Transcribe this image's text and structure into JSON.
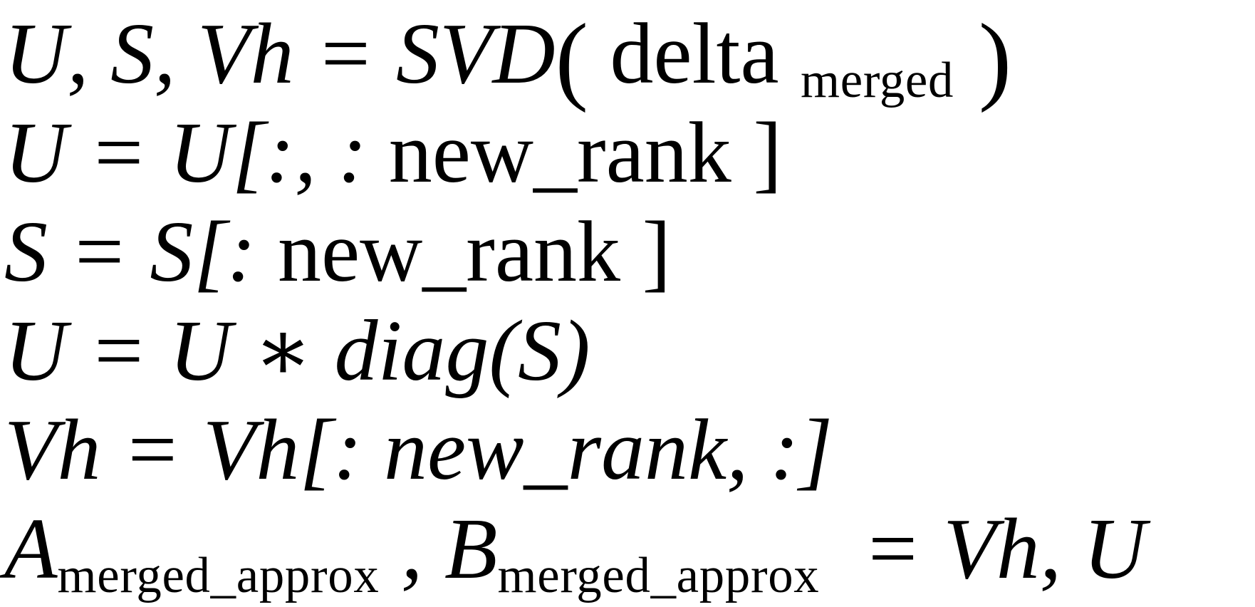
{
  "formula": {
    "lines": [
      {
        "segments": [
          {
            "text": "U, S, Vh = SVD"
          },
          {
            "text": "("
          },
          {
            "text": " delta "
          },
          {
            "text": "merged"
          },
          {
            "text": " )"
          }
        ]
      },
      {
        "segments": [
          {
            "text": "U = U[:, :  "
          },
          {
            "text": "new_rank"
          },
          {
            "text": " ]"
          }
        ]
      },
      {
        "segments": [
          {
            "text": "S = S[:  "
          },
          {
            "text": "new_rank"
          },
          {
            "text": " ]"
          }
        ]
      },
      {
        "segments": [
          {
            "text": "U = U ∗ diag(S)"
          }
        ]
      },
      {
        "segments": [
          {
            "text": "Vh = Vh[: new_rank, :]"
          }
        ]
      },
      {
        "segments": [
          {
            "text": "A"
          },
          {
            "text": "merged_approx"
          },
          {
            "text": " , B"
          },
          {
            "text": "merged_approx"
          },
          {
            "text": "  = Vh, U"
          }
        ]
      }
    ]
  }
}
